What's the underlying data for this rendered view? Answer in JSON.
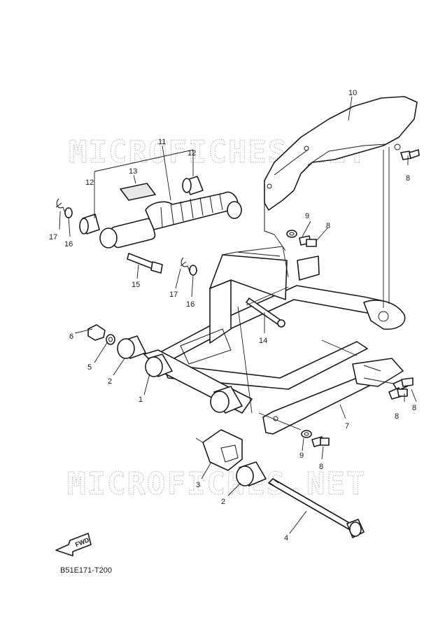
{
  "watermark": {
    "top": "MICROFICHES.NET",
    "bottom": "MICROFICHES.NET"
  },
  "diagram_code": "B51E171-T200",
  "fwd_label": "FWD",
  "callouts": {
    "n1": "1",
    "n2a": "2",
    "n2b": "2",
    "n3": "3",
    "n4": "4",
    "n5": "5",
    "n6": "6",
    "n7": "7",
    "n8a": "8",
    "n8b": "8",
    "n8c": "8",
    "n8d": "8",
    "n8e": "8",
    "n9a": "9",
    "n9b": "9",
    "n10": "10",
    "n11": "11",
    "n12a": "12",
    "n12b": "12",
    "n13": "13",
    "n14": "14",
    "n15": "15",
    "n16a": "16",
    "n16b": "16",
    "n17a": "17",
    "n17b": "17"
  }
}
